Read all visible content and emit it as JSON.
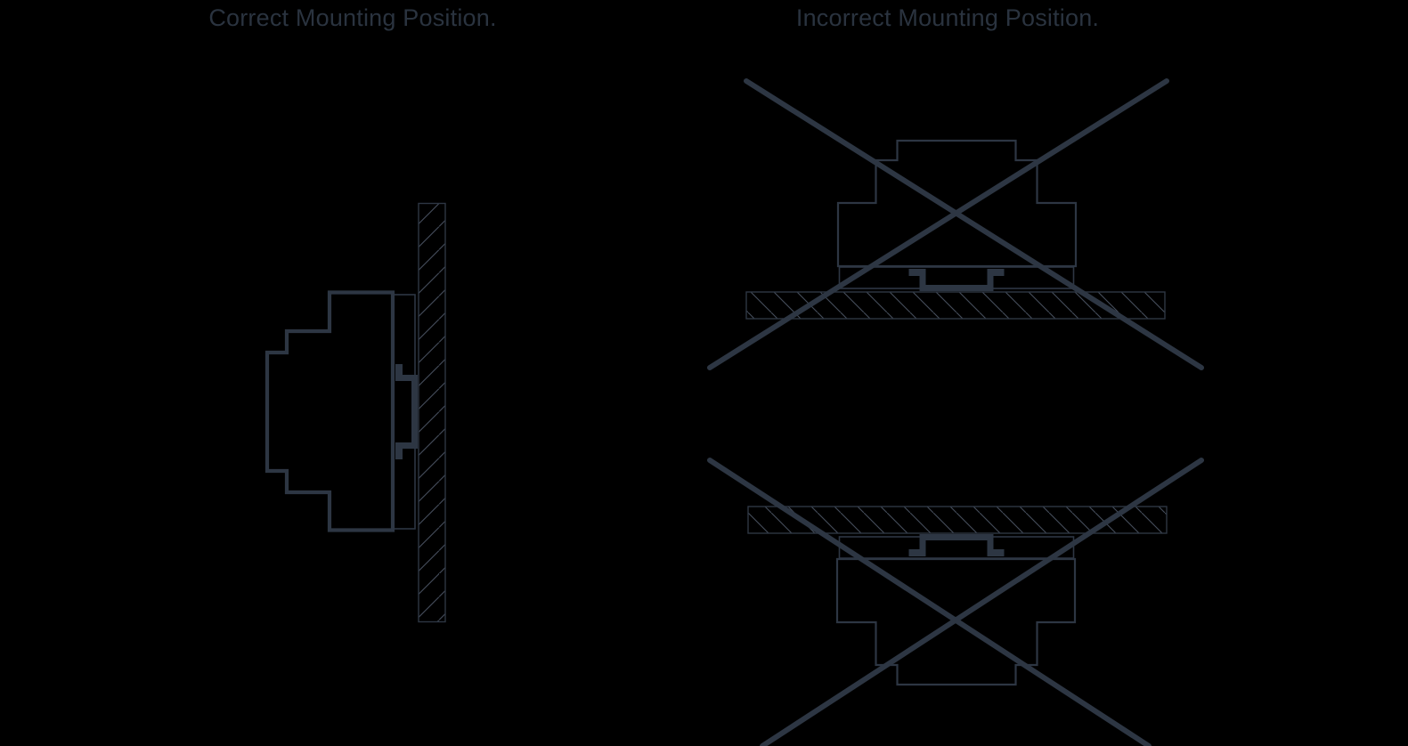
{
  "page": {
    "kind": "technical-mounting-diagram",
    "background": "#000000"
  },
  "theme": {
    "background": "#000000",
    "line_color": "#2d3643",
    "text_color": "#2a333f",
    "hatch_color": "#454e5c"
  },
  "sections": {
    "correct": {
      "title": "Correct Mounting Position."
    },
    "incorrect": {
      "title": "Incorrect Mounting Position."
    }
  },
  "figures": {
    "correct_wall_mount": {
      "description": "device on DIN rail against vertical hatched wall, pointing sideways",
      "crossed_out": false
    },
    "incorrect_facing_up": {
      "description": "device on DIN rail on top of horizontal hatched surface, pointing up",
      "crossed_out": true
    },
    "incorrect_facing_down": {
      "description": "device on DIN rail under horizontal hatched surface, pointing down",
      "crossed_out": true
    }
  }
}
